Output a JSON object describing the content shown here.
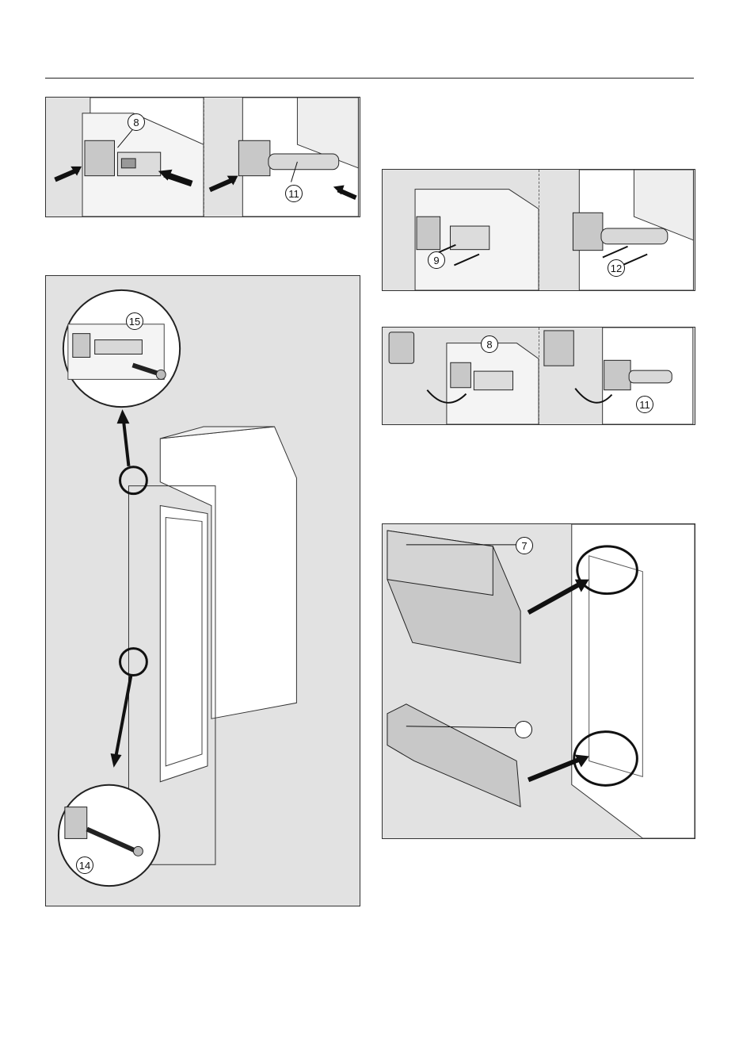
{
  "figures": {
    "fig_a": {
      "callouts": [
        "8",
        "11"
      ]
    },
    "fig_b": {
      "callouts": [
        "9",
        "12"
      ]
    },
    "fig_c": {
      "callouts": [
        "15",
        "14"
      ]
    },
    "fig_d": {
      "callouts": [
        "8",
        "11"
      ]
    },
    "fig_e": {
      "callouts": [
        "7",
        ""
      ]
    }
  },
  "colors": {
    "panel_bg": "#e2e2e2",
    "line": "#222222",
    "arrow": "#111111",
    "part": "#c8c8c8"
  }
}
